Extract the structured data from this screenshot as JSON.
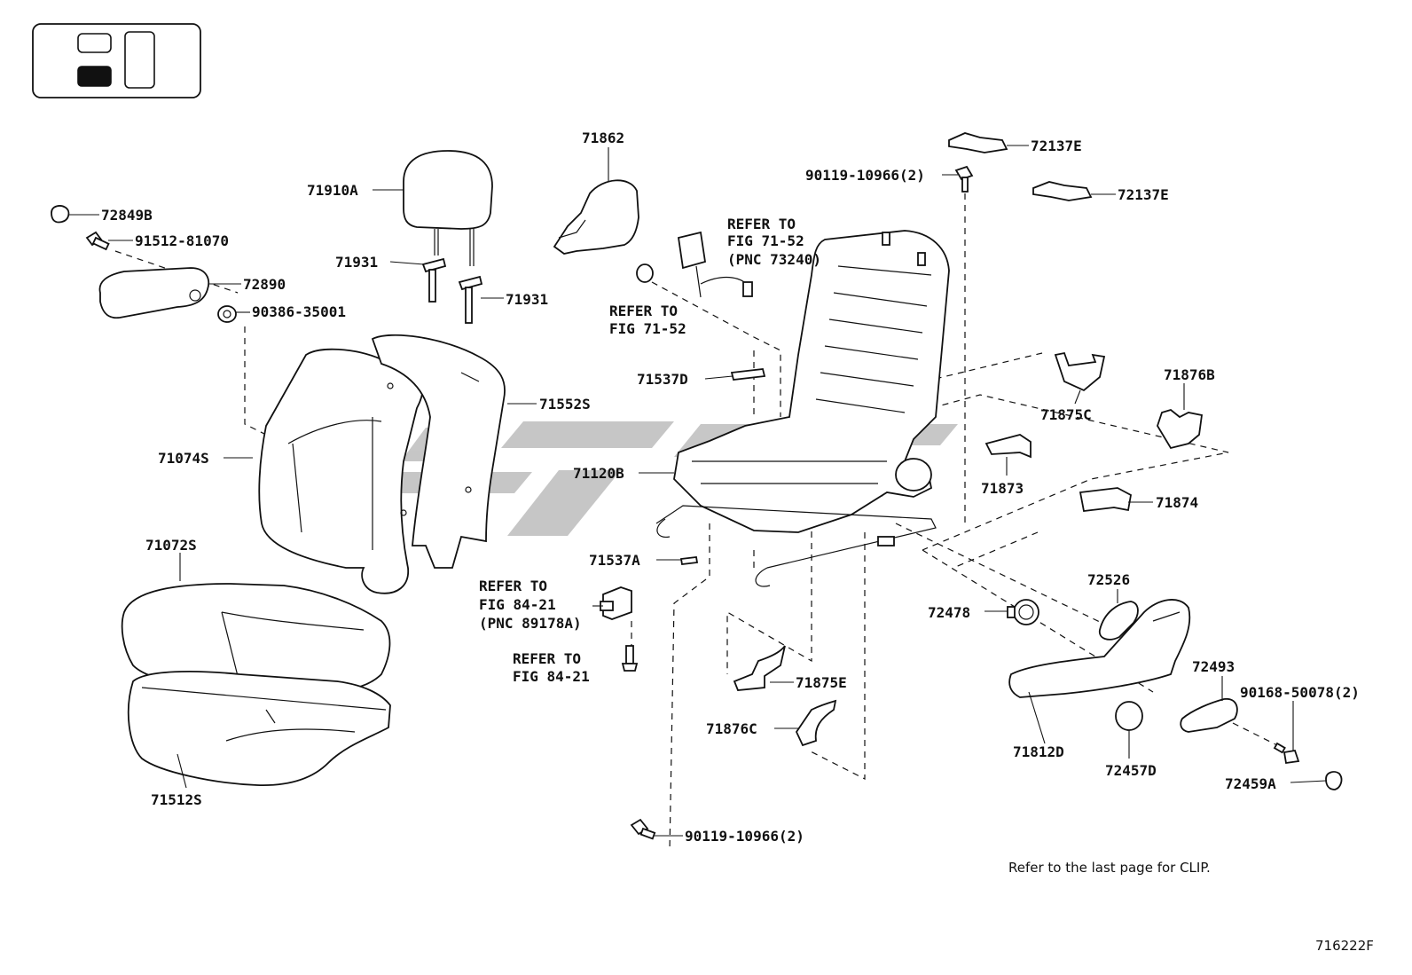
{
  "labels": {
    "p71862": "71862",
    "p72137e_top": "72137E",
    "p72137e_bot": "72137E",
    "p90119_top": "90119-10966(2)",
    "p71910a": "71910A",
    "p72849b": "72849B",
    "p91512": "91512-81070",
    "p72890": "72890",
    "p90386": "90386-35001",
    "p71931_left": "71931",
    "p71931_right": "71931",
    "p71537d": "71537D",
    "p71552s": "71552S",
    "p71074s": "71074S",
    "p71120b": "71120B",
    "p71875c": "71875C",
    "p71876b": "71876B",
    "p71873": "71873",
    "p71874": "71874",
    "p71072s": "71072S",
    "p71537a": "71537A",
    "p72526": "72526",
    "p72478": "72478",
    "p72493": "72493",
    "p90168": "90168-50078(2)",
    "p71875e": "71875E",
    "p71876c": "71876C",
    "p71812d": "71812D",
    "p72457d": "72457D",
    "p72459a": "72459A",
    "p71512s": "71512S",
    "p90119_bot": "90119-10966(2)"
  },
  "refs": {
    "belt_1": "REFER TO",
    "belt_2": "FIG 71-52",
    "belt_3": "(PNC 73240)",
    "nut_1": "REFER TO",
    "nut_2": "FIG 71-52",
    "conn_1": "REFER TO",
    "conn_2": "FIG 84-21",
    "conn_3": "(PNC 89178A)",
    "bolt_1": "REFER TO",
    "bolt_2": "FIG 84-21"
  },
  "footer": {
    "clip_note": "Refer to the last page for CLIP.",
    "figure_code": "716222F"
  },
  "colors": {
    "line": "#111111",
    "watermark": "#bdbdbd",
    "selected_seat": "#111111"
  }
}
